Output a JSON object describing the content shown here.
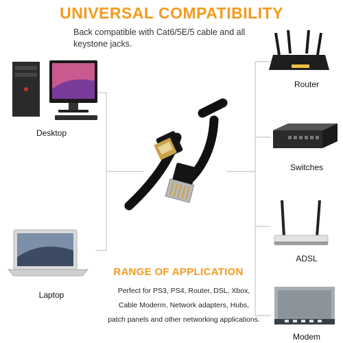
{
  "header": {
    "title": "UNIVERSAL COMPATIBILITY",
    "subtitle": "Back compatible with Cat6/5E/5 cable and all keystone jacks."
  },
  "devices_left": [
    {
      "label": "Desktop",
      "icon": "desktop-computer-icon"
    },
    {
      "label": "Laptop",
      "icon": "laptop-icon"
    }
  ],
  "devices_right": [
    {
      "label": "Router",
      "icon": "router-icon"
    },
    {
      "label": "Switches",
      "icon": "switch-icon"
    },
    {
      "label": "ADSL",
      "icon": "adsl-modem-icon"
    },
    {
      "label": "Modem",
      "icon": "modem-icon"
    }
  ],
  "range": {
    "title": "RANGE OF APPLICATION",
    "lines": [
      "Perfect for PS3, PS4, Router, DSL, Xbox,",
      "Cable Moderm, Network adapters, Hubs,",
      "patch panels and other networking applications."
    ]
  },
  "colors": {
    "accent": "#f39a1e",
    "connector_line": "#c8c8c8",
    "cable": "#111111",
    "plug_gold": "#c9a24a"
  }
}
